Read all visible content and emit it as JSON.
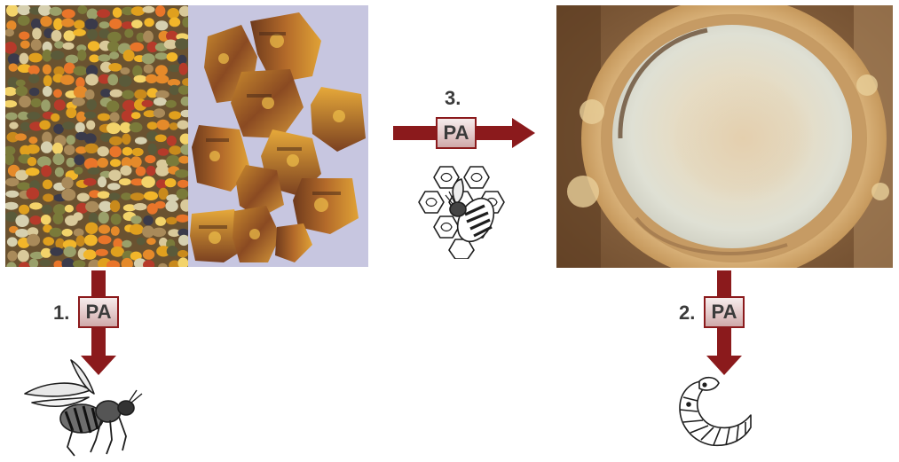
{
  "steps": [
    {
      "number": "1.",
      "label": "PA",
      "target_icon": "adult-bee-icon"
    },
    {
      "number": "2.",
      "label": "PA",
      "target_icon": "larva-icon"
    },
    {
      "number": "3.",
      "label": "PA",
      "target_icon": "bee-on-comb-icon"
    }
  ],
  "panels": {
    "pollen": {
      "description_icon": "pollen-loads-photo"
    },
    "bee_bread": {
      "description_icon": "bee-bread-photo"
    },
    "royal_jelly": {
      "description_icon": "royal-jelly-cell-photo"
    }
  },
  "colors": {
    "arrow": "#8b1a1c",
    "label_text": "#3b3b3b",
    "label_fill_top": "#f6ecec",
    "label_fill_bottom": "#cfa9a9"
  }
}
